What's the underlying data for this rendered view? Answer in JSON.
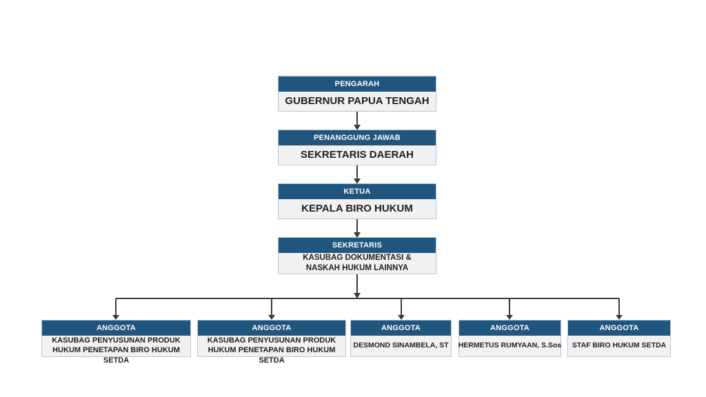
{
  "theme": {
    "header_bg": "#20557D",
    "header_text": "#FFFFFF",
    "body_bg": "#F1F1F2",
    "body_text": "#202020",
    "box_border": "#B3C6D9",
    "line_color": "#3A3A3A",
    "canvas_bg": "#FFFFFF"
  },
  "chart_data": {
    "type": "org-chart",
    "nodes": {
      "pengarah": {
        "role": "PENGARAH",
        "holder": "GUBERNUR PAPUA TENGAH"
      },
      "penanggung": {
        "role": "PENANGGUNG JAWAB",
        "holder": "SEKRETARIS DAERAH"
      },
      "ketua": {
        "role": "KETUA",
        "holder": "KEPALA BIRO HUKUM"
      },
      "sekretaris": {
        "role": "SEKRETARIS",
        "holder": "KASUBAG DOKUMENTASI &  NASKAH HUKUM LAINNYA"
      },
      "anggota1": {
        "role": "ANGGOTA",
        "holder": "KASUBAG PENYUSUNAN  PRODUK HUKUM PENETAPAN BIRO HUKUM SETDA"
      },
      "anggota2": {
        "role": "ANGGOTA",
        "holder": "KASUBAG PENYUSUNAN  PRODUK HUKUM PENETAPAN BIRO HUKUM SETDA"
      },
      "anggota3": {
        "role": "ANGGOTA",
        "holder": "DESMOND SINAMBELA, ST"
      },
      "anggota4": {
        "role": "ANGGOTA",
        "holder": "HERMETUS RUMYAAN, S.Sos"
      },
      "anggota5": {
        "role": "ANGGOTA",
        "holder": "STAF BIRO HUKUM SETDA"
      }
    },
    "edges": [
      [
        "pengarah",
        "penanggung"
      ],
      [
        "penanggung",
        "ketua"
      ],
      [
        "ketua",
        "sekretaris"
      ],
      [
        "sekretaris",
        "anggota1"
      ],
      [
        "sekretaris",
        "anggota2"
      ],
      [
        "sekretaris",
        "anggota3"
      ],
      [
        "sekretaris",
        "anggota4"
      ],
      [
        "sekretaris",
        "anggota5"
      ]
    ]
  }
}
